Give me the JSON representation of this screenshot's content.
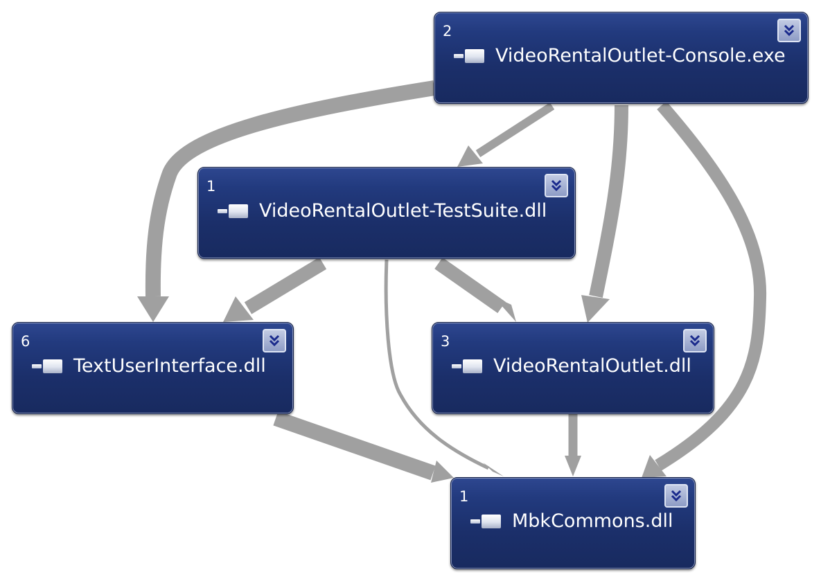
{
  "diagram": {
    "nodes": [
      {
        "id": "console",
        "count": "2",
        "label": "VideoRentalOutlet-Console.exe",
        "icon": "assembly-icon"
      },
      {
        "id": "testsuite",
        "count": "1",
        "label": "VideoRentalOutlet-TestSuite.dll",
        "icon": "assembly-icon"
      },
      {
        "id": "tui",
        "count": "6",
        "label": "TextUserInterface.dll",
        "icon": "assembly-icon"
      },
      {
        "id": "vro",
        "count": "3",
        "label": "VideoRentalOutlet.dll",
        "icon": "assembly-icon"
      },
      {
        "id": "mbk",
        "count": "1",
        "label": "MbkCommons.dll",
        "icon": "assembly-icon"
      }
    ],
    "edges": [
      {
        "from": "console",
        "to": "tui"
      },
      {
        "from": "console",
        "to": "testsuite"
      },
      {
        "from": "console",
        "to": "vro"
      },
      {
        "from": "console",
        "to": "mbk"
      },
      {
        "from": "testsuite",
        "to": "tui"
      },
      {
        "from": "testsuite",
        "to": "mbk"
      },
      {
        "from": "testsuite",
        "to": "vro"
      },
      {
        "from": "tui",
        "to": "mbk"
      },
      {
        "from": "vro",
        "to": "mbk"
      }
    ],
    "colors": {
      "node_fill": "#1b2f6a",
      "edge": "#a0a0a0",
      "expand_button": "#9aa7cf",
      "chevron": "#1a2a8c"
    }
  }
}
